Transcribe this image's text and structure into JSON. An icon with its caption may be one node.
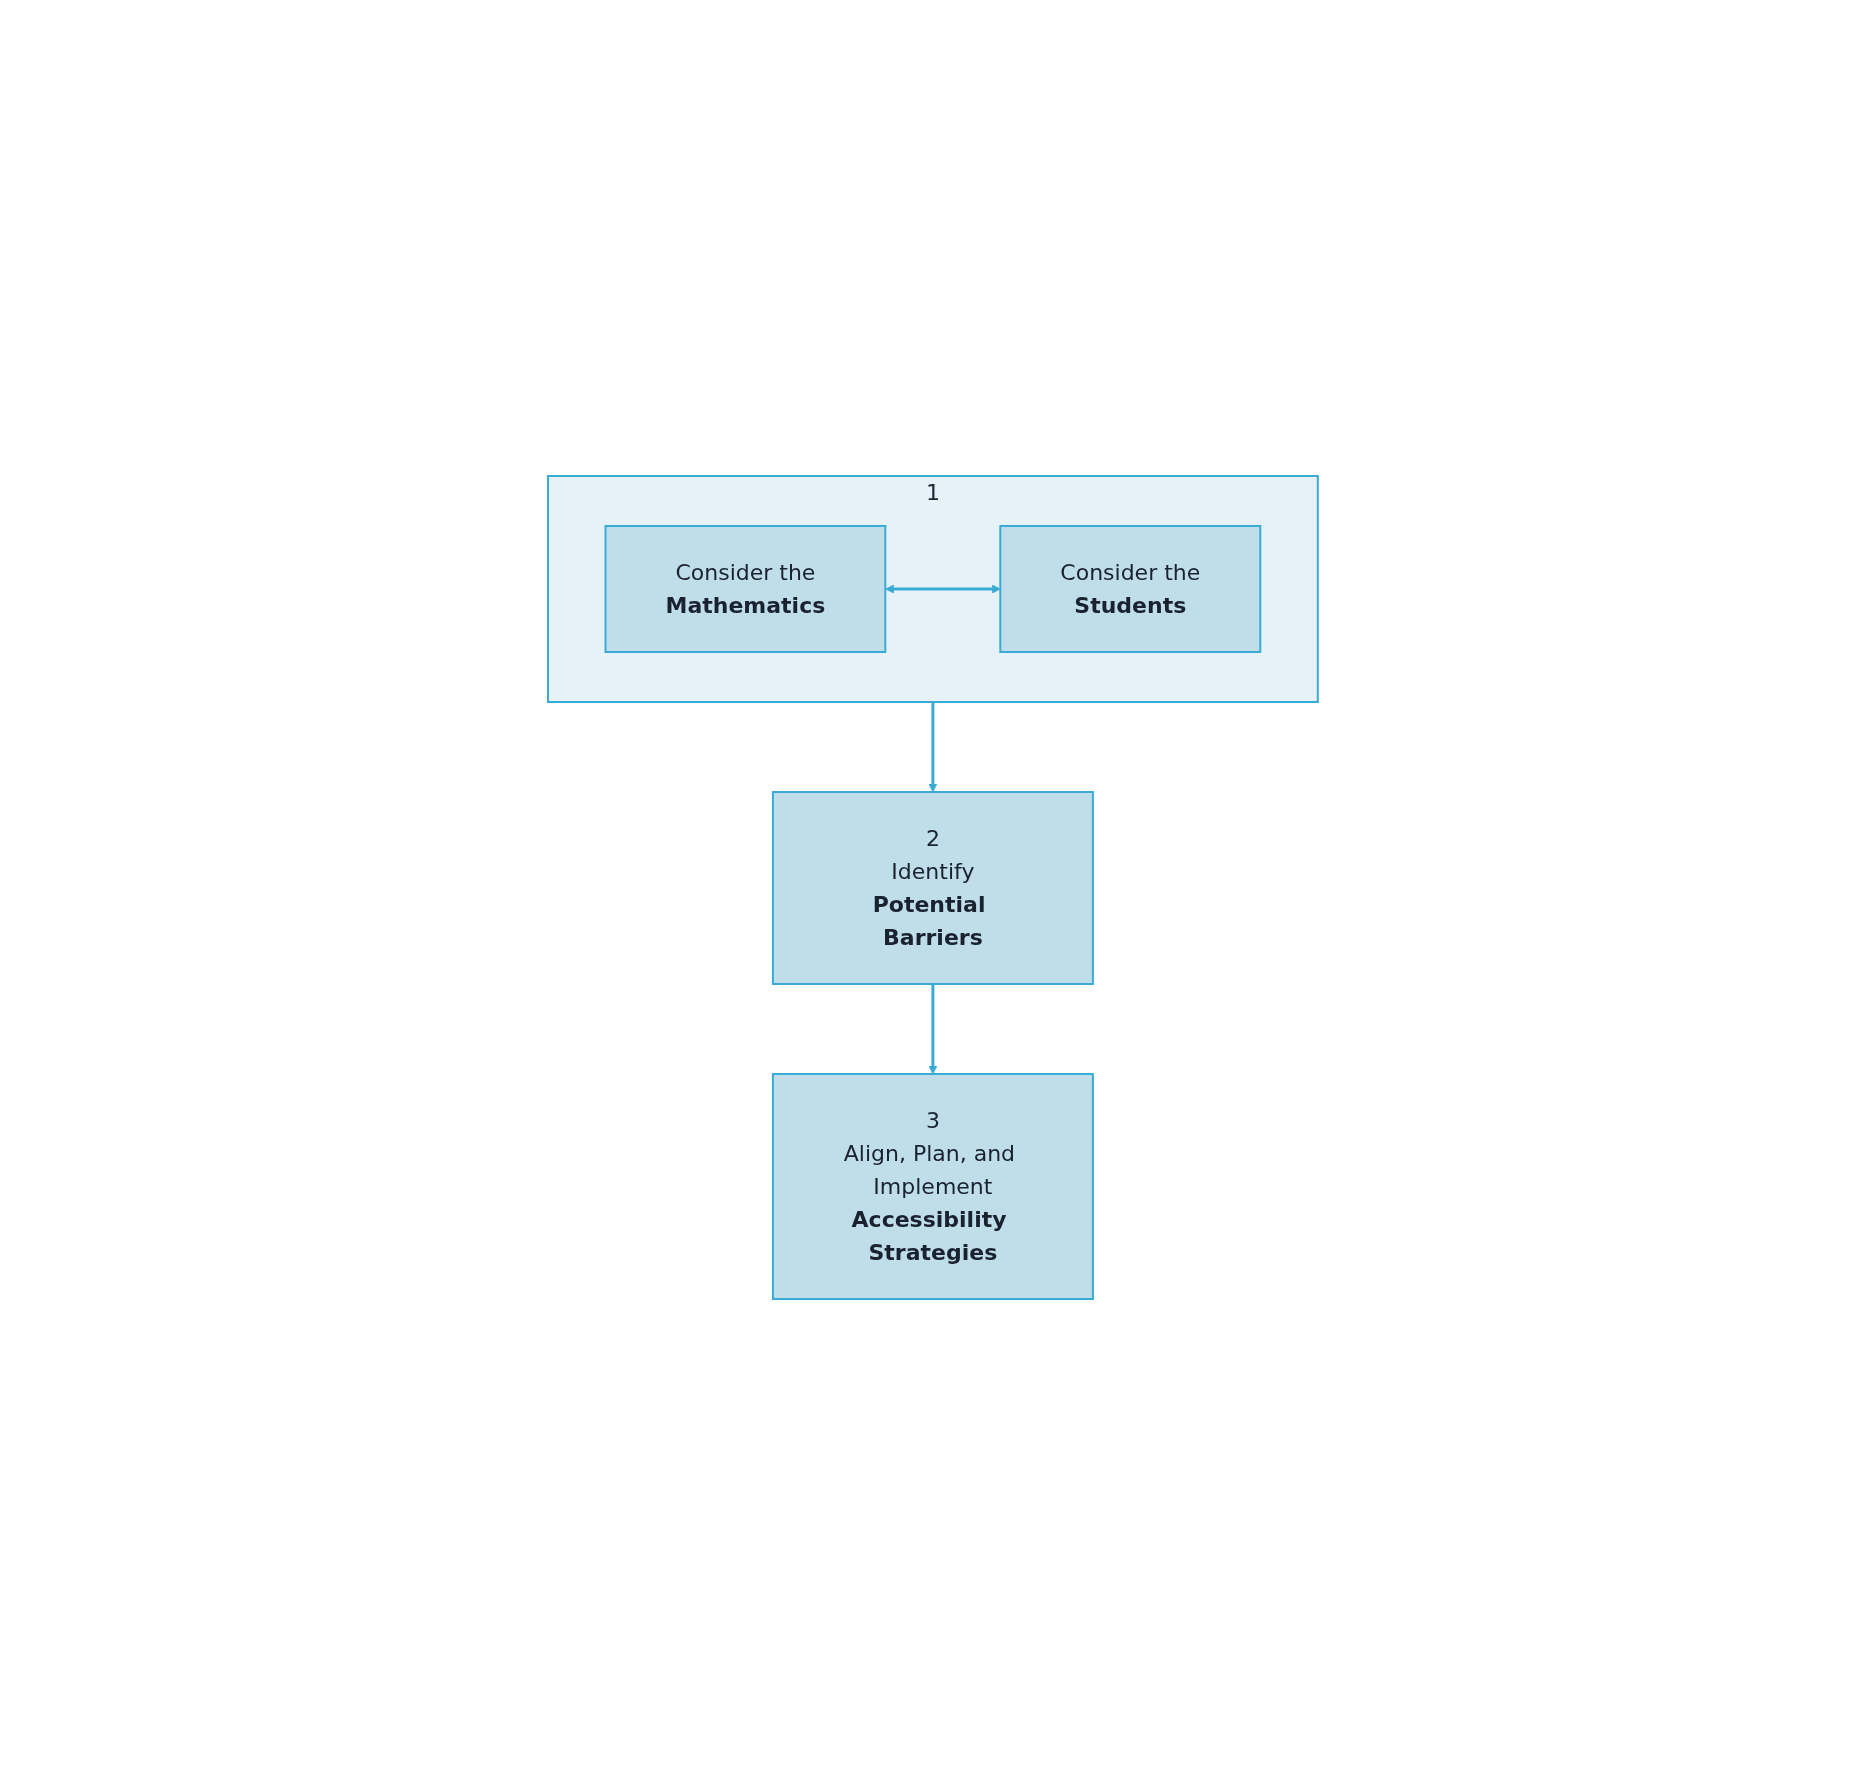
{
  "diagram": {
    "nodes": [
      {
        "text": [
          "1"
        ]
      },
      {
        "text": [
          "Consider the",
          "Mathematics"
        ],
        "in": 0
      },
      {
        "text": [
          "Consider the",
          "Students"
        ],
        "in": 0
      },
      {
        "text": [
          "2",
          "Identify",
          "Potential Barriers"
        ]
      },
      {
        "text": [
          "3",
          "Align, Plan, and Implement",
          "Accessibility Strategies"
        ]
      }
    ],
    "edges": [
      {
        "from": 1,
        "to": 2,
        "arrow": "both"
      },
      {
        "from": 0,
        "to": 3,
        "arrow": "to"
      },
      {
        "from": 3,
        "to": 4,
        "arrow": "to"
      }
    ]
  }
}
